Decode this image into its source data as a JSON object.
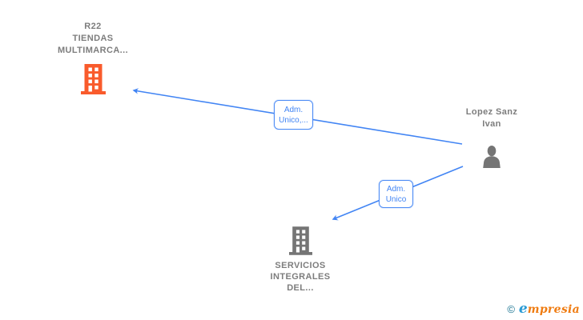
{
  "diagram": {
    "type": "corporate-relationship-graph",
    "nodes": [
      {
        "id": "r22",
        "kind": "company",
        "icon": "building-icon",
        "icon_color": "#f95b2c",
        "label_lines": {
          "l1": "R22",
          "l2": "TIENDAS",
          "l3": "MULTIMARCA..."
        }
      },
      {
        "id": "lopez",
        "kind": "person",
        "icon": "person-icon",
        "icon_color": "#757575",
        "label_lines": {
          "l1": "Lopez Sanz",
          "l2": "Ivan"
        }
      },
      {
        "id": "servicios",
        "kind": "company",
        "icon": "building-icon",
        "icon_color": "#757575",
        "label_lines": {
          "l1": "SERVICIOS",
          "l2": "INTEGRALES",
          "l3": "DEL..."
        }
      }
    ],
    "edges": [
      {
        "from": "lopez",
        "to": "r22",
        "label_lines": {
          "l1": "Adm.",
          "l2": "Unico,..."
        }
      },
      {
        "from": "lopez",
        "to": "servicios",
        "label_lines": {
          "l1": "Adm.",
          "l2": "Unico"
        }
      }
    ],
    "edge_color": "#4285f4"
  },
  "footer": {
    "copyright": "©",
    "brand_first_letter": "e",
    "brand_rest": "mpresia"
  }
}
